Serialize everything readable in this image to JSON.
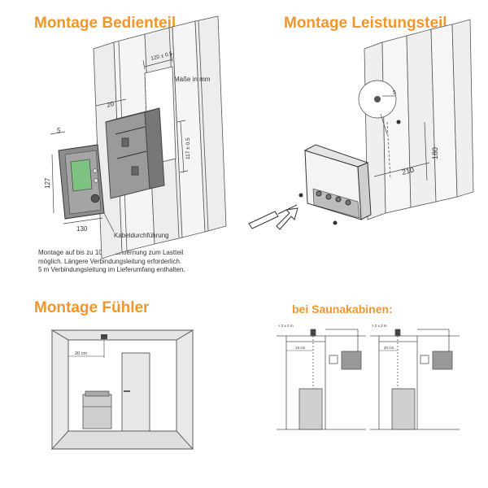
{
  "headings": {
    "bedienteil": "Montage Bedienteil",
    "leistungsteil": "Montage Leistungsteil",
    "fuehler": "Montage Fühler",
    "saunakabinen": "bei Saunakabinen:"
  },
  "bedienteil": {
    "units_note": "Maße in mm",
    "dim_width_top": "120 ± 0.5",
    "dim_height_right": "117 ± 0.5",
    "dim_depth": "20",
    "dim_panel_depth": "5",
    "dim_panel_height": "127",
    "dim_panel_width": "130",
    "cable_label": "Kabeldurchführung",
    "note_lines": [
      "Montage auf bis zu 100 m Entfernung zum Lastteil",
      "möglich. Längere Verbindungsleitung erforderlich.",
      "5 m Verbindungsleitung im Lieferumfang enthalten."
    ]
  },
  "leistungsteil": {
    "dim_height": "180",
    "dim_width": "210",
    "dim_screw": "5"
  },
  "fuehler": {
    "dim_distance": "20 cm"
  },
  "saunakabinen": {
    "left": {
      "top_dim": "< 2 x 2 m",
      "side_dim": "15 cm"
    },
    "right": {
      "top_dim": "> 2 x 2 m",
      "side_dim": "20 cm"
    }
  }
}
